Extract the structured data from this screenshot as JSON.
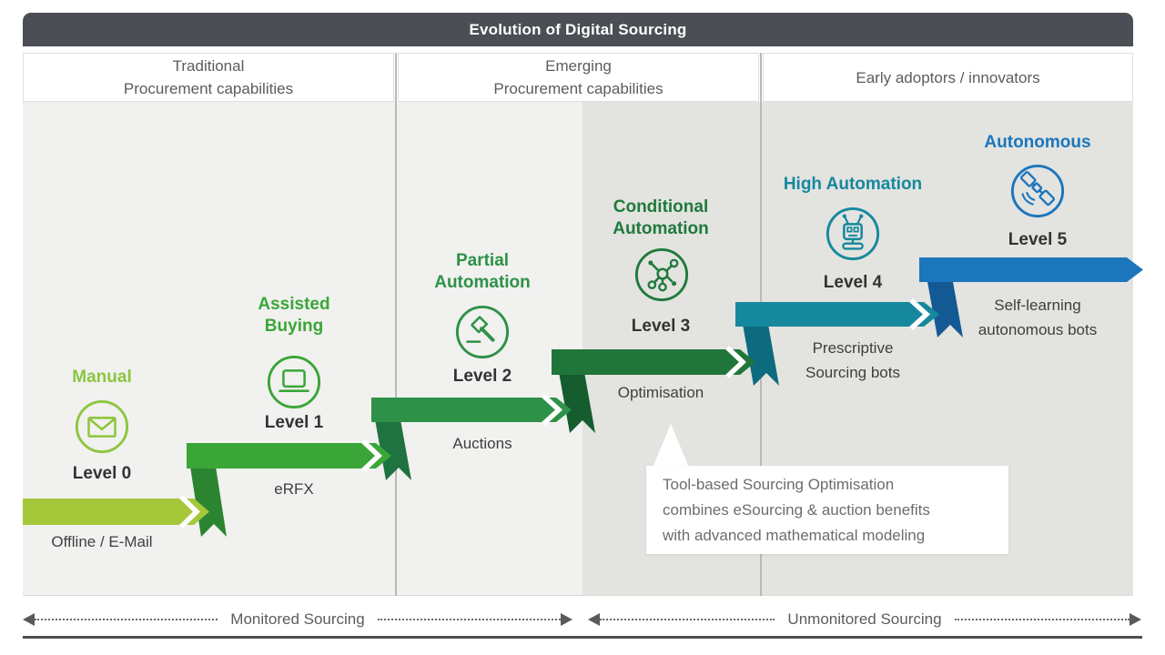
{
  "title": "Evolution of Digital Sourcing",
  "columns": [
    {
      "label": "Traditional\nProcurement capabilities"
    },
    {
      "label": "Emerging\nProcurement capabilities"
    },
    {
      "label": "Early adoptors / innovators"
    }
  ],
  "levels": [
    {
      "stage": "Manual",
      "level": "Level 0",
      "sub": "Offline / E-Mail",
      "icon": "envelope-icon",
      "color": "#8dc63f",
      "band": "#a5c83a",
      "fold": "#88a72e"
    },
    {
      "stage": "Assisted\nBuying",
      "level": "Level 1",
      "sub": "eRFX",
      "icon": "laptop-icon",
      "color": "#3aa637",
      "band": "#3aa637",
      "fold": "#2b8430"
    },
    {
      "stage": "Partial\nAutomation",
      "level": "Level 2",
      "sub": "Auctions",
      "icon": "gavel-icon",
      "color": "#2e9148",
      "band": "#2e9148",
      "fold": "#1f7340"
    },
    {
      "stage": "Conditional\nAutomation",
      "level": "Level 3",
      "sub": "Optimisation",
      "icon": "network-nodes-icon",
      "color": "#1f7a3c",
      "band": "#20753a",
      "fold": "#155c2f"
    },
    {
      "stage": "High Automation",
      "level": "Level 4",
      "sub": "Prescriptive\nSourcing bots",
      "icon": "robot-icon",
      "color": "#16889d",
      "band": "#16889d",
      "fold": "#0e6a7e"
    },
    {
      "stage": "Autonomous",
      "level": "Level 5",
      "sub": "Self-learning\nautonomous bots",
      "icon": "satellite-icon",
      "color": "#1b76bc",
      "band": "#1b76bc",
      "fold": "#135a95"
    }
  ],
  "callout": {
    "text": "Tool-based Sourcing Optimisation\ncombines eSourcing & auction benefits\nwith advanced mathematical modeling"
  },
  "footer": {
    "left": "Monitored Sourcing",
    "right": "Unmonitored Sourcing"
  },
  "theme": {
    "header_bg": "#4b4e54",
    "bg_light": "#f1f1ef",
    "bg_dark": "#e3e3e0",
    "white": "#ffffff"
  }
}
